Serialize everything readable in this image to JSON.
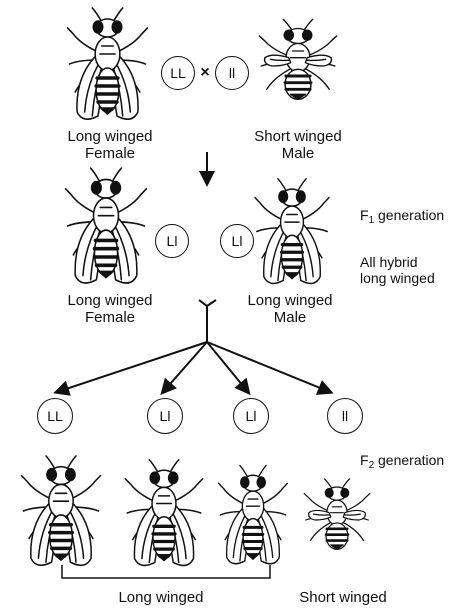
{
  "parents": {
    "female": {
      "line1": "Long winged",
      "line2": "Female",
      "genotype": "LL"
    },
    "male": {
      "line1": "Short winged",
      "line2": "Male",
      "genotype": "ll"
    },
    "cross_symbol": "×"
  },
  "f1": {
    "label_main": "F",
    "label_sub": "1",
    "label_rest": " generation",
    "note_line1": "All hybrid",
    "note_line2": "long winged",
    "female": {
      "line1": "Long winged",
      "line2": "Female",
      "genotype": "Ll"
    },
    "male": {
      "line1": "Long winged",
      "line2": "Male",
      "genotype": "Ll"
    }
  },
  "f2": {
    "label_main": "F",
    "label_sub": "2",
    "label_rest": " generation",
    "genotypes": [
      "LL",
      "Ll",
      "Ll",
      "ll"
    ],
    "long_label": "Long winged",
    "short_label": "Short winged"
  },
  "colors": {
    "ink": "#111111",
    "background": "#ffffff"
  }
}
